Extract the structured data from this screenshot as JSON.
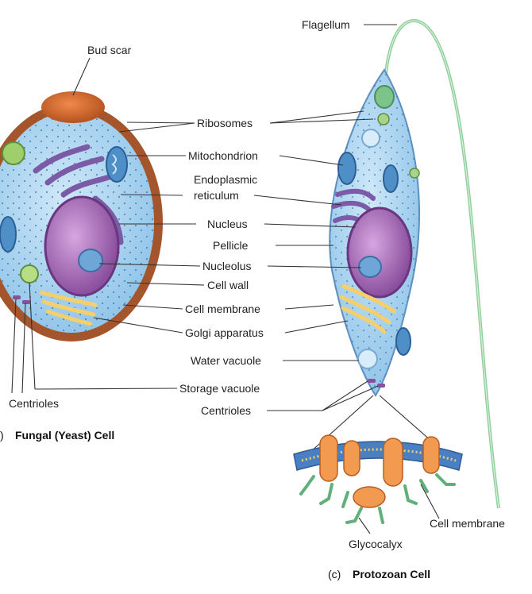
{
  "labels": {
    "flagellum": "Flagellum",
    "bud_scar": "Bud scar",
    "ribosomes": "Ribosomes",
    "mitochondrion": "Mitochondrion",
    "endoplasmic_1": "Endoplasmic",
    "endoplasmic_2": "reticulum",
    "nucleus": "Nucleus",
    "pellicle": "Pellicle",
    "nucleolus": "Nucleolus",
    "cell_wall": "Cell wall",
    "cell_membrane": "Cell membrane",
    "golgi": "Golgi apparatus",
    "water_vacuole": "Water vacuole",
    "storage_vacuole": "Storage vacuole",
    "centrioles_center": "Centrioles",
    "centrioles_left": "Centrioles",
    "cell_membrane_inset": "Cell membrane",
    "glycocalyx": "Glycocalyx"
  },
  "captions": {
    "fungal_prefix": ")",
    "fungal_title": "Fungal (Yeast) Cell",
    "protozoan_prefix": "(c)",
    "protozoan_title": "Protozoan Cell"
  },
  "colors": {
    "cytoplasm": "#a9d4f0",
    "cell_wall": "#a4552b",
    "nucleus": "#8a4f9e",
    "er": "#7b5aa6",
    "golgi": "#f4cf6a",
    "flagellum": "#8fcf9a",
    "bud_scar": "#d2692e",
    "mitochondrion": "#4f8fc8",
    "membrane_protein": "#f29a4f",
    "glycocalyx": "#5fb07a"
  }
}
